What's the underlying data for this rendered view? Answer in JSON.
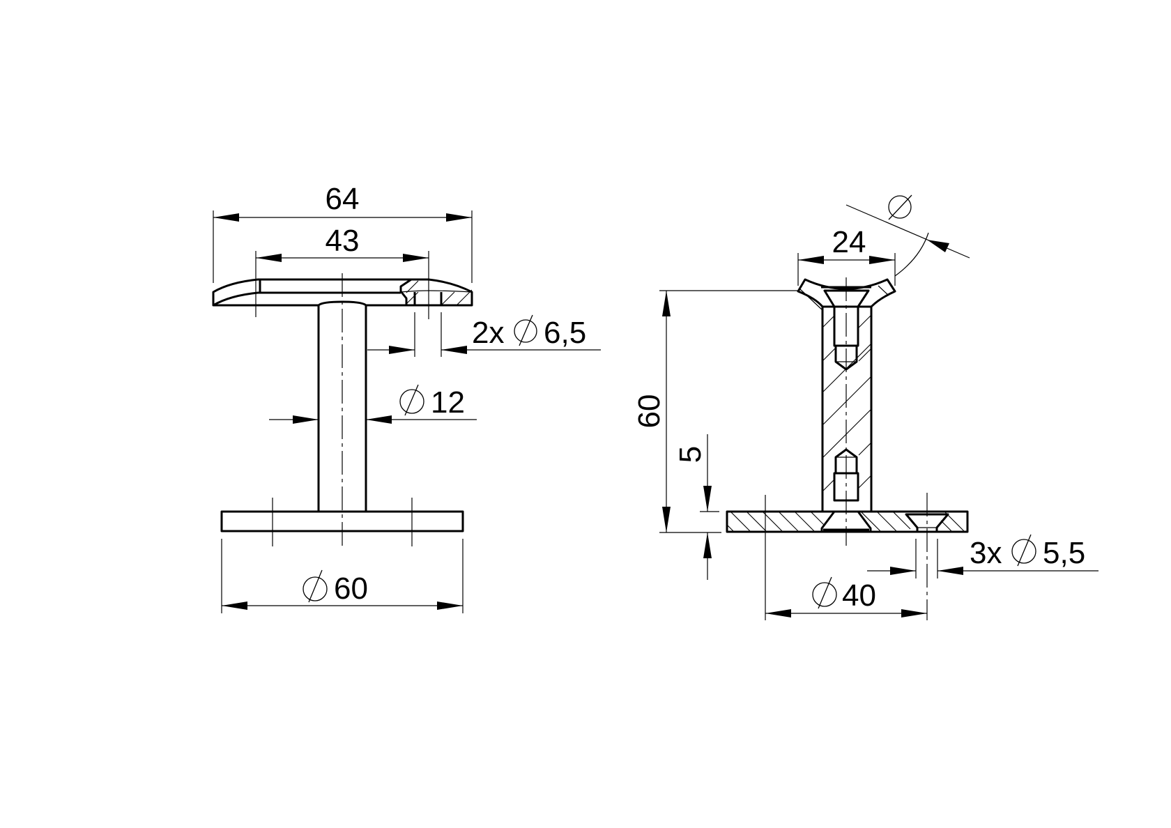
{
  "drawing": {
    "type": "technical engineering drawing",
    "views": [
      {
        "name": "side-view",
        "dimensions": {
          "overall_width": "64",
          "saddle_width": "43",
          "holes": {
            "count": "2x",
            "symbol": "⌀",
            "value": "6,5"
          },
          "post_diameter": {
            "symbol": "⌀",
            "value": "12"
          },
          "base_diameter": {
            "symbol": "⌀",
            "value": "60"
          }
        }
      },
      {
        "name": "section-view",
        "dimensions": {
          "saddle_width": "24",
          "saddle_radius": {
            "symbol": "⌀",
            "value": ""
          },
          "overall_height": "60",
          "base_thickness": "5",
          "bolt_circle": {
            "symbol": "⌀",
            "value": "40"
          },
          "holes": {
            "count": "3x",
            "symbol": "⌀",
            "value": "5,5"
          }
        }
      }
    ]
  }
}
